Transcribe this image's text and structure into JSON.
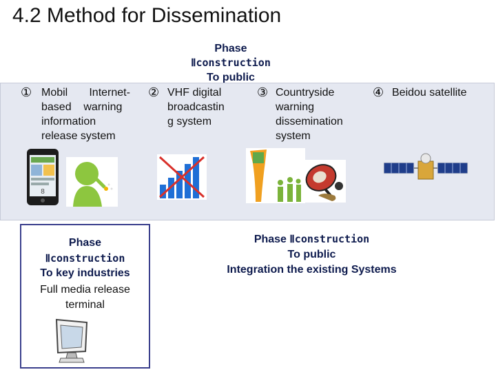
{
  "page_title": "4.2 Method for Dissemination",
  "phase_top": {
    "line1": "Phase",
    "line2": "Ⅱconstruction",
    "line3": "To public"
  },
  "items": [
    {
      "num": "①",
      "lines": [
        "Mobil       Internet-",
        "based    warning",
        "information",
        "release system"
      ]
    },
    {
      "num": "②",
      "lines": [
        "VHF digital",
        "broadcastin",
        "g system"
      ]
    },
    {
      "num": "③",
      "lines": [
        "Countryside",
        "warning",
        "dissemination",
        "system"
      ]
    },
    {
      "num": "④",
      "lines": [
        "Beidou satellite"
      ]
    }
  ],
  "phase_key": {
    "line1": "Phase",
    "line2": "Ⅱconstruction",
    "line3": "To key industries",
    "line4": "Full media release",
    "line5": "terminal"
  },
  "phase_public": {
    "line1a": "Phase ",
    "line1b": "Ⅱconstruction",
    "line2": "To public",
    "line3": "Integration the existing Systems"
  },
  "icons": [
    "smartphone-icon",
    "person-silhouette-icon",
    "crossed-signal-bars-icon",
    "info-kiosk-icon",
    "loudspeaker-icon",
    "satellite-icon",
    "computer-monitor-icon"
  ]
}
